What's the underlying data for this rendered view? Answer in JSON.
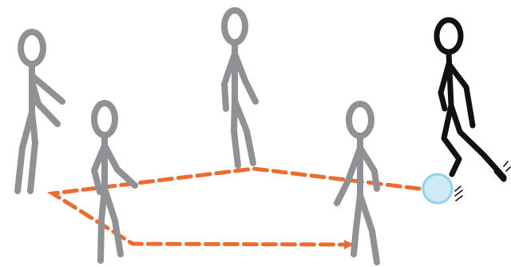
{
  "scene": {
    "figures": [
      {
        "name": "player-1",
        "color": "#8f9194"
      },
      {
        "name": "player-2",
        "color": "#8f9194"
      },
      {
        "name": "player-3",
        "color": "#8f9194"
      },
      {
        "name": "player-4",
        "color": "#8f9194"
      },
      {
        "name": "kicker",
        "color": "#111111"
      }
    ],
    "path_color": "#ee6b2f",
    "ball_color": "#cfe9f5"
  }
}
